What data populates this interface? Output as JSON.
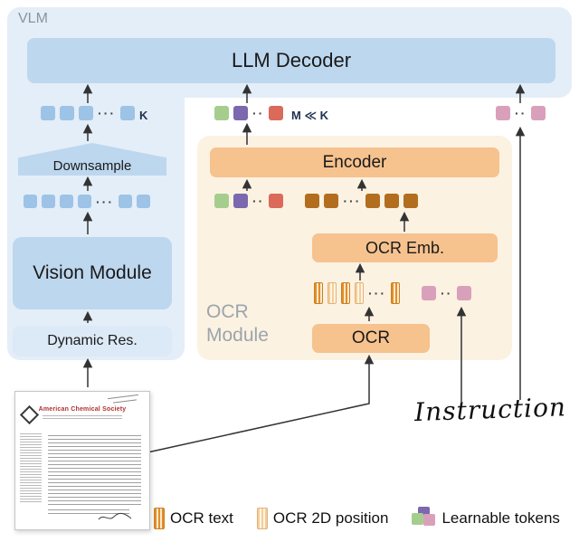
{
  "figure": {
    "vlm_label": "VLM",
    "llm_decoder_label": "LLM Decoder",
    "k_label": "K",
    "m_label": "M ≪ K",
    "downsample_label": "Downsample",
    "vision_module_label": "Vision Module",
    "dynamic_res_label": "Dynamic Res.",
    "encoder_label": "Encoder",
    "ocr_emb_label": "OCR Emb.",
    "ocr_label": "OCR",
    "ocr_module_label_line1": "OCR",
    "ocr_module_label_line2": "Module",
    "instruction_label": "Instruction"
  },
  "document": {
    "header": "American Chemical Society"
  },
  "legend": {
    "items": [
      {
        "icon": "ocr-text-token",
        "label": "OCR text"
      },
      {
        "icon": "ocr-2d-position-token",
        "label": "OCR 2D position"
      },
      {
        "icon": "learnable-tokens",
        "label": "Learnable tokens"
      }
    ]
  },
  "tokens": {
    "glyphs": {
      "dots3": "···",
      "dots2": "··"
    },
    "palette": {
      "blue": "#9DC3E6",
      "green": "#A5CE8E",
      "purple": "#7C68AE",
      "red": "#DB6A5B",
      "brown": "#B26E1E",
      "pink": "#D9A0BC"
    },
    "rows": {
      "k_row": [
        "blue",
        "blue",
        "blue",
        "dots3",
        "blue"
      ],
      "vision_row": [
        "blue",
        "blue",
        "blue",
        "blue",
        "dots3",
        "blue",
        "blue"
      ],
      "m_row": [
        "green",
        "purple",
        "dots2",
        "red"
      ],
      "encoder_row": [
        "green",
        "purple",
        "dots2",
        "red",
        "gap",
        "brown",
        "brown",
        "dots3",
        "brown",
        "brown",
        "brown"
      ],
      "emb_row": [
        "sd",
        "sl",
        "sd",
        "sl",
        "dots3",
        "sd",
        "gap",
        "pink",
        "dots2",
        "pink"
      ],
      "instr_row": [
        "pink",
        "dots2",
        "pink"
      ]
    }
  },
  "colors": {
    "vlm_bg": "#E4EEF8",
    "blue_bar": "#BDD7EE",
    "blue_light": "#DCE9F6",
    "cream_bg": "#FCF2E2",
    "orange_bar": "#F6C28E",
    "arrow": "#333333"
  }
}
